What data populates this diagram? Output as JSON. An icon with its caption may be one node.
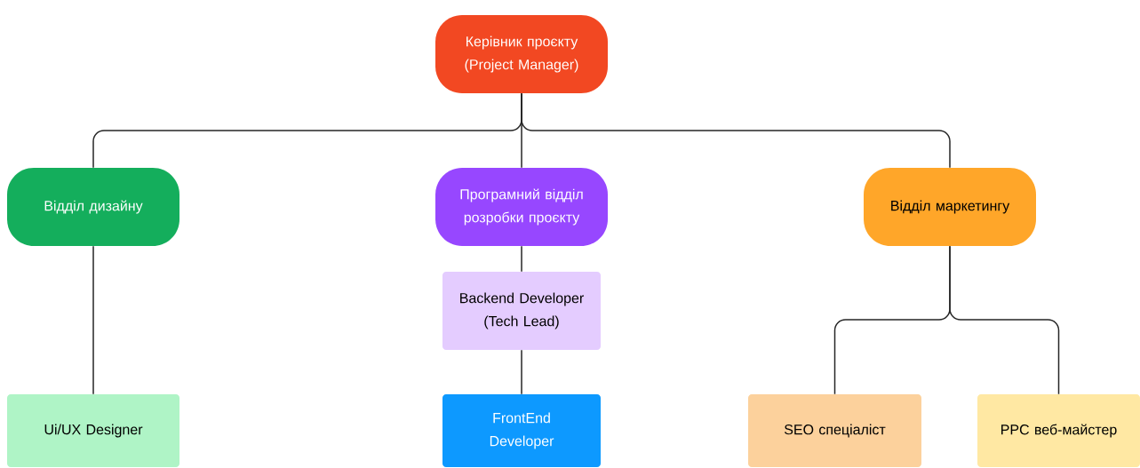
{
  "diagram": {
    "nodes": [
      {
        "text": [
          "Керівник проєкту (Project Manager)"
        ]
      },
      {
        "text": [
          "Відділ дизайну"
        ]
      },
      {
        "text": [
          "Програмний відділ розробки проєкту"
        ]
      },
      {
        "text": [
          "Відділ маркетингу"
        ]
      },
      {
        "text": [
          "Backend Developer (Tech Lead)"
        ]
      },
      {
        "text": [
          "Ui/UX Designer"
        ]
      },
      {
        "text": [
          "FrontEnd Developer"
        ]
      },
      {
        "text": [
          "SEO спеціаліст"
        ]
      },
      {
        "text": [
          "PPC веб-майстер"
        ]
      }
    ],
    "edges": [
      {
        "from": 0,
        "to": 1,
        "arrow": "none"
      },
      {
        "from": 0,
        "to": 2,
        "arrow": "none"
      },
      {
        "from": 0,
        "to": 3,
        "arrow": "none"
      },
      {
        "from": 1,
        "to": 5,
        "arrow": "none"
      },
      {
        "from": 2,
        "to": 4,
        "arrow": "none"
      },
      {
        "from": 4,
        "to": 6,
        "arrow": "none"
      },
      {
        "from": 3,
        "to": 7,
        "arrow": "none"
      },
      {
        "from": 3,
        "to": 8,
        "arrow": "none"
      }
    ]
  }
}
